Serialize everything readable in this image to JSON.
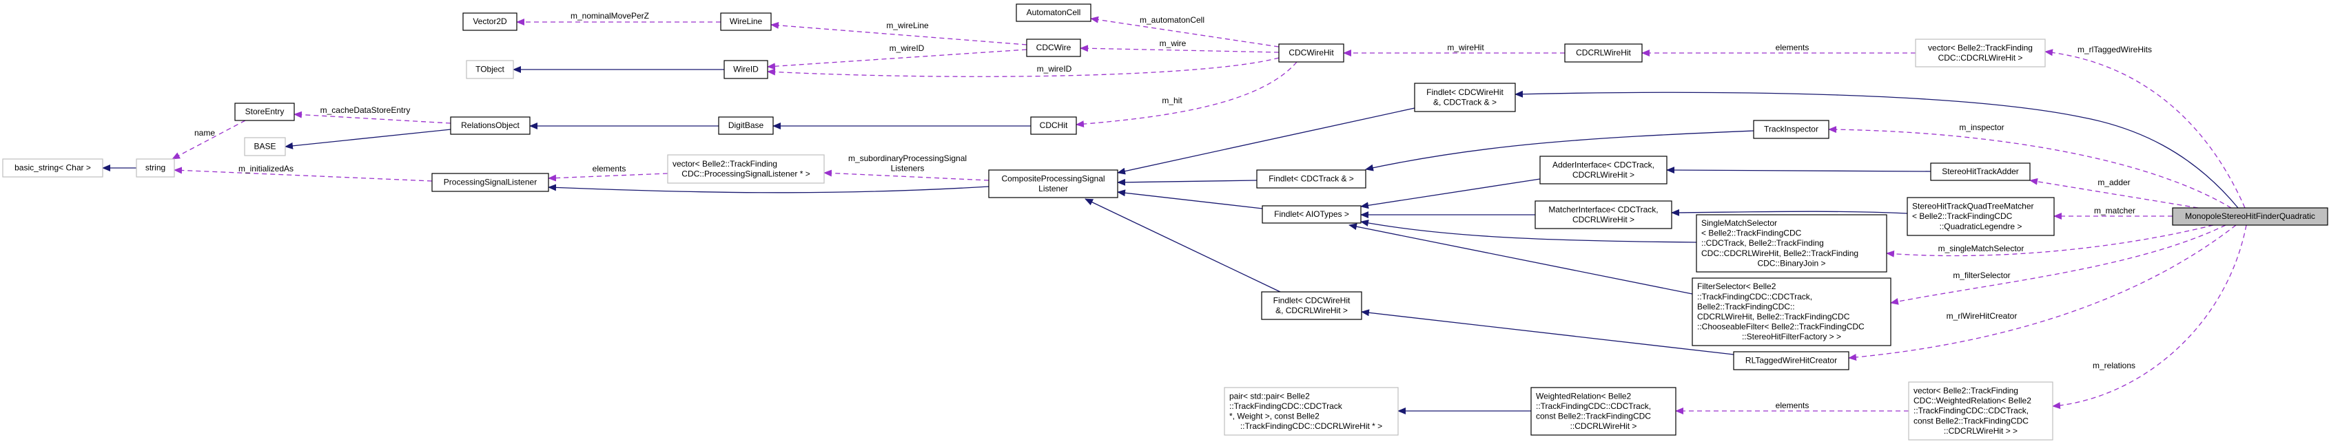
{
  "colors": {
    "inheritance": "#191970",
    "usage": "#9a32cd",
    "highlight_fill": "#bfbfbf",
    "undocumented_border": "#bfbfbf"
  },
  "nodes": {
    "basic_string": {
      "lines": [
        "basic_string< Char >"
      ]
    },
    "string": {
      "lines": [
        "string"
      ]
    },
    "store_entry": {
      "lines": [
        "StoreEntry"
      ]
    },
    "base": {
      "lines": [
        "BASE"
      ]
    },
    "relations_object": {
      "lines": [
        "RelationsObject"
      ]
    },
    "psl": {
      "lines": [
        "ProcessingSignalListener"
      ]
    },
    "vector2d": {
      "lines": [
        "Vector2D"
      ]
    },
    "tobject": {
      "lines": [
        "TObject"
      ]
    },
    "wire_line": {
      "lines": [
        "WireLine"
      ]
    },
    "wire_id": {
      "lines": [
        "WireID"
      ]
    },
    "digit_base": {
      "lines": [
        "DigitBase"
      ]
    },
    "vector_psl": {
      "lines": [
        "vector< Belle2::TrackFinding",
        "CDC::ProcessingSignalListener * >"
      ]
    },
    "automaton_cell": {
      "lines": [
        "AutomatonCell"
      ]
    },
    "cdc_wire": {
      "lines": [
        "CDCWire"
      ]
    },
    "cdc_hit": {
      "lines": [
        "CDCHit"
      ]
    },
    "composite_psl": {
      "lines": [
        "CompositeProcessingSignal",
        "Listener"
      ]
    },
    "cdc_wire_hit": {
      "lines": [
        "CDCWireHit"
      ]
    },
    "cdc_rl_wire_hit": {
      "lines": [
        "CDCRLWireHit"
      ]
    },
    "findlet_wh_track": {
      "lines": [
        "Findlet< CDCWireHit",
        "&, CDCTrack & >"
      ]
    },
    "findlet_track": {
      "lines": [
        "Findlet< CDCTrack & >"
      ]
    },
    "findlet_aio": {
      "lines": [
        "Findlet< AIOTypes >"
      ]
    },
    "findlet_wh_rl": {
      "lines": [
        "Findlet< CDCWireHit",
        "&, CDCRLWireHit >"
      ]
    },
    "adder_interface": {
      "lines": [
        "AdderInterface< CDCTrack,",
        "CDCRLWireHit >"
      ]
    },
    "matcher_interface": {
      "lines": [
        "MatcherInterface< CDCTrack,",
        "CDCRLWireHit >"
      ]
    },
    "track_inspector": {
      "lines": [
        "TrackInspector"
      ]
    },
    "stereo_adder": {
      "lines": [
        "StereoHitTrackAdder"
      ]
    },
    "quadtree_matcher": {
      "lines": [
        "StereoHitTrackQuadTreeMatcher",
        "< Belle2::TrackFindingCDC",
        "::QuadraticLegendre >"
      ]
    },
    "single_match": {
      "lines": [
        "SingleMatchSelector",
        "< Belle2::TrackFindingCDC",
        "::CDCTrack, Belle2::TrackFinding",
        "CDC::CDCRLWireHit, Belle2::TrackFinding",
        "CDC::BinaryJoin >"
      ]
    },
    "filter_selector": {
      "lines": [
        "FilterSelector< Belle2",
        "::TrackFindingCDC::CDCTrack,",
        " Belle2::TrackFindingCDC::",
        "CDCRLWireHit, Belle2::TrackFindingCDC",
        "::ChooseableFilter< Belle2::TrackFindingCDC",
        "::StereoHitFilterFactory > >"
      ]
    },
    "rl_creator": {
      "lines": [
        "RLTaggedWireHitCreator"
      ]
    },
    "vector_rl": {
      "lines": [
        "vector< Belle2::TrackFinding",
        "CDC::CDCRLWireHit >"
      ]
    },
    "monopole": {
      "lines": [
        "MonopoleStereoHitFinderQuadratic"
      ]
    },
    "pair": {
      "lines": [
        "pair< std::pair< Belle2",
        "::TrackFindingCDC::CDCTrack",
        " *, Weight >, const Belle2",
        "::TrackFindingCDC::CDCRLWireHit * >"
      ]
    },
    "weighted_relation": {
      "lines": [
        "WeightedRelation< Belle2",
        "::TrackFindingCDC::CDCTrack,",
        " const Belle2::TrackFindingCDC",
        "::CDCRLWireHit >"
      ]
    },
    "vector_weighted": {
      "lines": [
        "vector< Belle2::TrackFinding",
        "CDC::WeightedRelation< Belle2",
        "::TrackFindingCDC::CDCTrack,",
        " const Belle2::TrackFindingCDC",
        "::CDCRLWireHit > >"
      ]
    }
  },
  "edge_labels": {
    "nominal": [
      "m_nominalMovePerZ"
    ],
    "wire_line": [
      "m_wireLine"
    ],
    "wire_id_1": [
      "m_wireID"
    ],
    "wire_id_2": [
      "m_wireID"
    ],
    "automaton": [
      "m_automatonCell"
    ],
    "wire": [
      "m_wire"
    ],
    "hit": [
      "m_hit"
    ],
    "cache": [
      "m_cacheDataStoreEntry"
    ],
    "name": [
      "name"
    ],
    "initialized": [
      "m_initializedAs"
    ],
    "elements_psl": [
      "elements"
    ],
    "subordinary": [
      "m_subordinaryProcessingSignal",
      "Listeners"
    ],
    "wire_hit": [
      "m_wireHit"
    ],
    "elements_rl": [
      "elements"
    ],
    "rl_tagged": [
      "m_rlTaggedWireHits"
    ],
    "inspector": [
      "m_inspector"
    ],
    "adder": [
      "m_adder"
    ],
    "matcher": [
      "m_matcher"
    ],
    "single_match": [
      "m_singleMatchSelector"
    ],
    "filter_selector": [
      "m_filterSelector"
    ],
    "rl_creator": [
      "m_rlWireHitCreator"
    ],
    "relations": [
      "m_relations"
    ],
    "elements_weighted": [
      "elements"
    ]
  }
}
